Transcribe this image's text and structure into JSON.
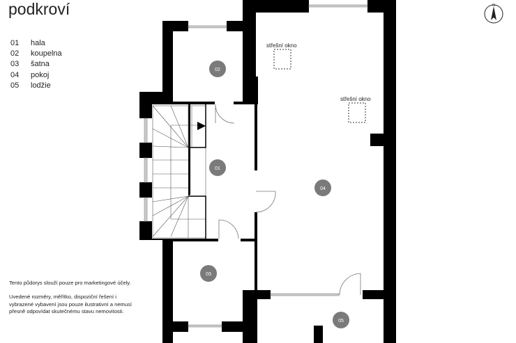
{
  "title": "podkroví",
  "legend": [
    {
      "num": "01",
      "name": "hala"
    },
    {
      "num": "02",
      "name": "koupelna"
    },
    {
      "num": "03",
      "name": "šatna"
    },
    {
      "num": "04",
      "name": "pokoj"
    },
    {
      "num": "05",
      "name": "lodžie"
    }
  ],
  "note": {
    "p1": "Tento půdorys slouží pouze pro marketingové účely.",
    "p2": "Uvedené rozměry, měřítko, dispoziční řešení i vybrazené vybavení jsou pouze ilustrativní a nemusí přesně odpovídat skutečnému stavu nemovitosti."
  },
  "plan": {
    "skylight_label_1": "střešní okno",
    "skylight_label_2": "střešní okno",
    "rooms": [
      "01",
      "02",
      "03",
      "04",
      "05"
    ],
    "compass": "N"
  },
  "colors": {
    "wall": "#000000",
    "badge": "#7a7a7a",
    "window": "#b0b0b0"
  }
}
